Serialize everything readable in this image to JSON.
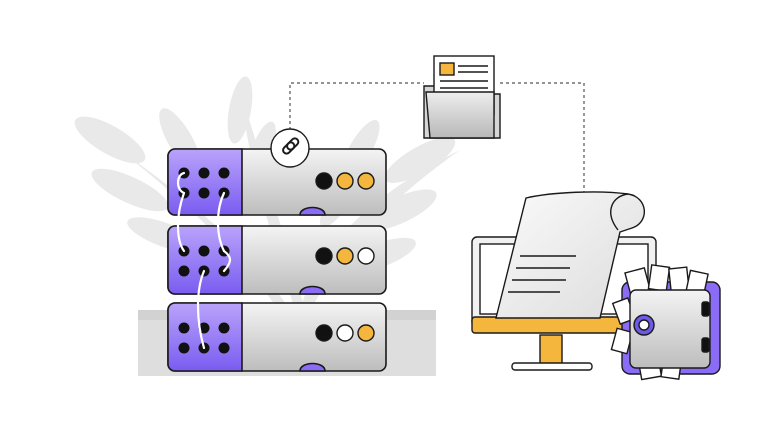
{
  "illustration": {
    "server_rack": {
      "units": [
        {
          "name": "top",
          "status_lights": [
            "black",
            "amber",
            "amber"
          ]
        },
        {
          "name": "middle",
          "status_lights": [
            "black",
            "amber",
            "white"
          ]
        },
        {
          "name": "bottom",
          "status_lights": [
            "black",
            "white",
            "amber"
          ]
        }
      ]
    },
    "icons": [
      "link-icon",
      "folder-icon",
      "document-icon",
      "monitor-icon",
      "safe-icon",
      "plant-icon"
    ]
  },
  "colors": {
    "outline": "#1a1a1a",
    "purple": "#8b6cf6",
    "purple_light": "#b9a3fb",
    "amber": "#f4b63c",
    "grey_light": "#ececec",
    "grey_mid": "#cfcfcf",
    "plant": "#e6e6e6",
    "black": "#111111",
    "white": "#ffffff"
  }
}
